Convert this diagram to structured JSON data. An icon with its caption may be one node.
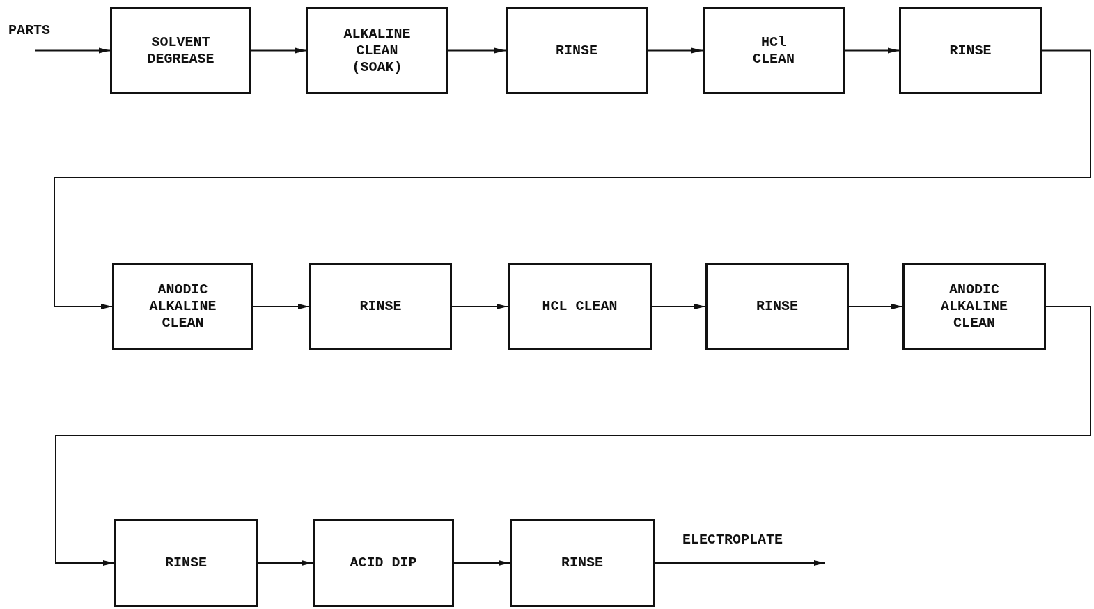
{
  "diagram": {
    "nodes": [
      {
        "text": [
          "SOLVENT DEGREASE"
        ]
      },
      {
        "text": [
          "ALKALINE CLEAN (SOAK)"
        ]
      },
      {
        "text": [
          "RINSE"
        ]
      },
      {
        "text": [
          "HCl CLEAN"
        ]
      },
      {
        "text": [
          "RINSE"
        ]
      },
      {
        "text": [
          "ANODIC ALKALINE CLEAN"
        ]
      },
      {
        "text": [
          "RINSE"
        ]
      },
      {
        "text": [
          "HCL CLEAN"
        ]
      },
      {
        "text": [
          "RINSE"
        ]
      },
      {
        "text": [
          "ANODIC ALKALINE CLEAN"
        ]
      },
      {
        "text": [
          "RINSE"
        ]
      },
      {
        "text": [
          "ACID DIP"
        ]
      },
      {
        "text": [
          "RINSE"
        ]
      }
    ],
    "edges": [
      {
        "from": null,
        "to": 0,
        "arrow": "to",
        "label": "PARTS"
      },
      {
        "from": 0,
        "to": 1,
        "arrow": "to"
      },
      {
        "from": 1,
        "to": 2,
        "arrow": "to"
      },
      {
        "from": 2,
        "to": 3,
        "arrow": "to"
      },
      {
        "from": 3,
        "to": 4,
        "arrow": "to"
      },
      {
        "from": 4,
        "to": 5,
        "arrow": "to"
      },
      {
        "from": 5,
        "to": 6,
        "arrow": "to"
      },
      {
        "from": 6,
        "to": 7,
        "arrow": "to"
      },
      {
        "from": 7,
        "to": 8,
        "arrow": "to"
      },
      {
        "from": 8,
        "to": 9,
        "arrow": "to"
      },
      {
        "from": 9,
        "to": 10,
        "arrow": "to"
      },
      {
        "from": 10,
        "to": 11,
        "arrow": "to"
      },
      {
        "from": 11,
        "to": 12,
        "arrow": "to"
      },
      {
        "from": 12,
        "to": null,
        "arrow": "to",
        "label": "ELECTROPLATE"
      }
    ]
  }
}
